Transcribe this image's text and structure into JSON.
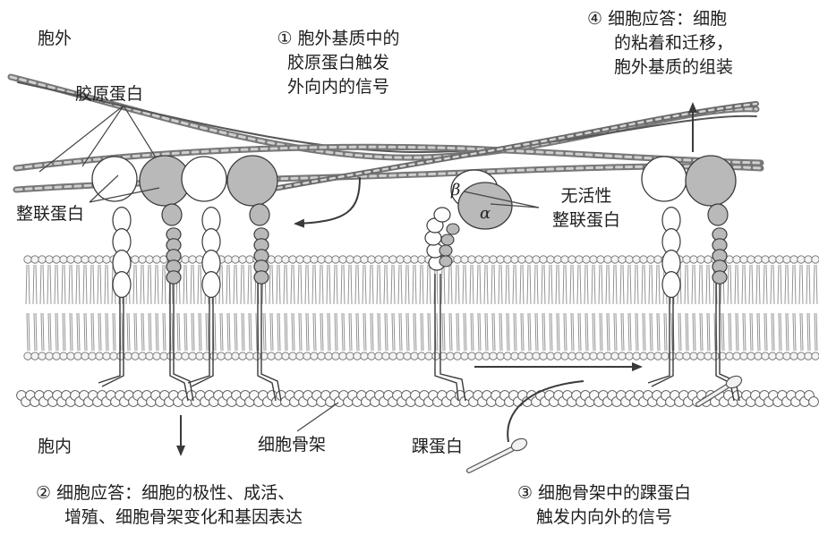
{
  "labels": {
    "outside": "胞外",
    "inside": "胞内",
    "collagen": "胶原蛋白",
    "integrin": "整联蛋白",
    "cytoskeleton": "细胞骨架",
    "talin": "踝蛋白",
    "inactive_integrin": [
      "无活性",
      "整联蛋白"
    ],
    "beta": "β",
    "alpha": "α"
  },
  "steps": [
    {
      "lines": [
        "① 胞外基质中的",
        "胶原蛋白触发",
        "外向内的信号"
      ]
    },
    {
      "lines": [
        "② 细胞应答：细胞的极性、成活、",
        "增殖、细胞骨架变化和基因表达"
      ]
    },
    {
      "lines": [
        "③ 细胞骨架中的踝蛋白",
        "触发内向外的信号"
      ]
    },
    {
      "lines": [
        "④ 细胞应答：细胞",
        "的粘着和迁移，",
        "胞外基质的组装"
      ]
    }
  ],
  "colors": {
    "line": "#3a3a3a",
    "subunit_grey": "#b9b9b9",
    "subunit_white": "#ffffff",
    "membrane_head": "#f4f4f4"
  }
}
